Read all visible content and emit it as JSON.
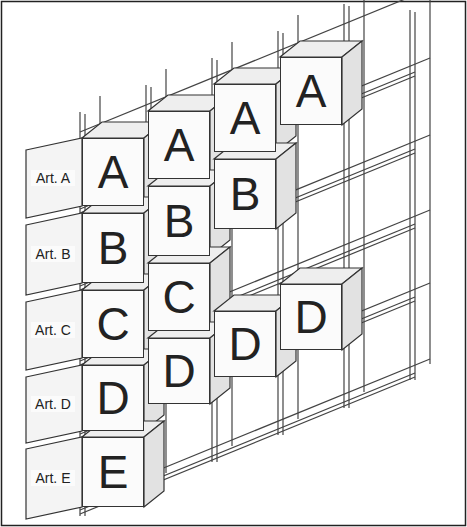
{
  "diagram": {
    "nodes": [
      {
        "text": [
          "A"
        ]
      },
      {
        "text": [
          "A"
        ]
      },
      {
        "text": [
          "A"
        ]
      },
      {
        "text": [
          "A"
        ]
      },
      {
        "text": [
          "B"
        ]
      },
      {
        "text": [
          "B"
        ]
      },
      {
        "text": [
          "B"
        ]
      },
      {
        "text": [
          "C"
        ]
      },
      {
        "text": [
          "C"
        ]
      },
      {
        "text": [
          "D"
        ]
      },
      {
        "text": [
          "D"
        ]
      },
      {
        "text": [
          "D"
        ]
      },
      {
        "text": [
          "D"
        ]
      },
      {
        "text": [
          "E"
        ]
      }
    ],
    "labels": [
      "Art. A",
      "Art. B",
      "Art. C",
      "Art. D",
      "Art. E"
    ]
  }
}
